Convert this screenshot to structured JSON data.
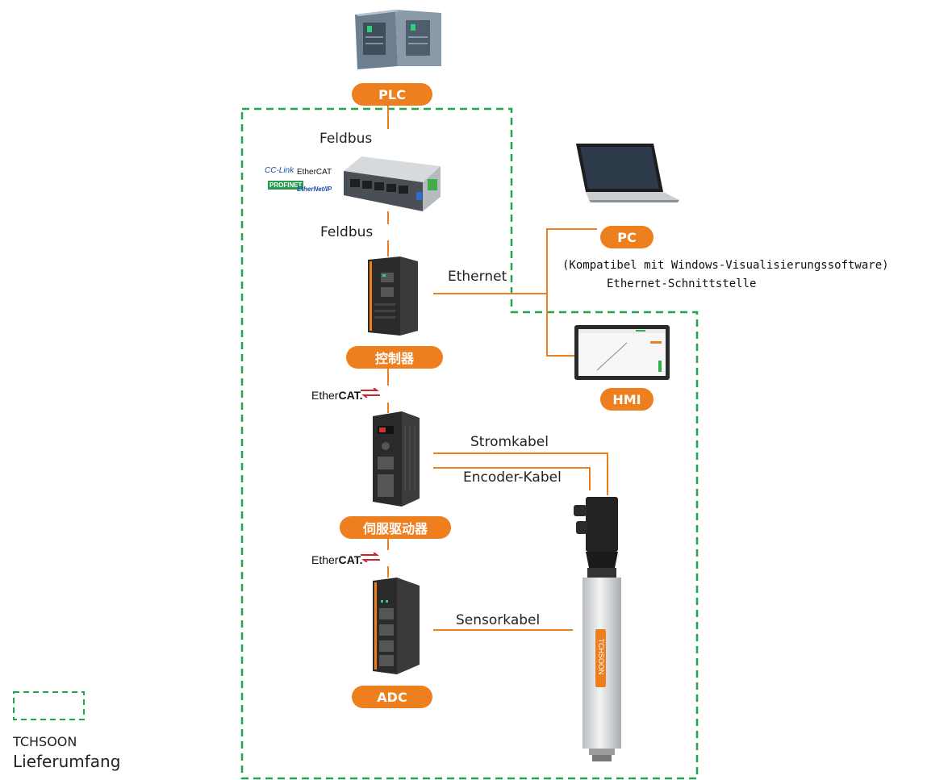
{
  "colors": {
    "accent": "#ee7f1f",
    "scope_border": "#1aa84a",
    "line": "#ee7f1f"
  },
  "nodes": {
    "plc": "PLC",
    "controller": "控制器",
    "servo_drive": "伺服驱动器",
    "adc": "ADC",
    "pc": "PC",
    "hmi": "HMI"
  },
  "connections": {
    "fieldbus_top": "Feldbus",
    "fieldbus_bottom": "Feldbus",
    "ethernet": "Ethernet",
    "power_cable": "Stromkabel",
    "encoder_cable": "Encoder-Kabel",
    "sensor_cable": "Sensorkabel"
  },
  "protocol_logos": [
    "CC-Link",
    "EtherCAT",
    "PROFINET",
    "EtherNet/IP"
  ],
  "ethercat_logo": {
    "prefix": "Ether",
    "suffix": "CAT."
  },
  "pc_note": {
    "line1": "(Kompatibel mit Windows-Visualisierungssoftware)",
    "line2": "Ethernet-Schnittstelle"
  },
  "actuator_brand": "TCHSOON",
  "legend": {
    "brand": "TCHSOON",
    "label": "Lieferumfang"
  }
}
